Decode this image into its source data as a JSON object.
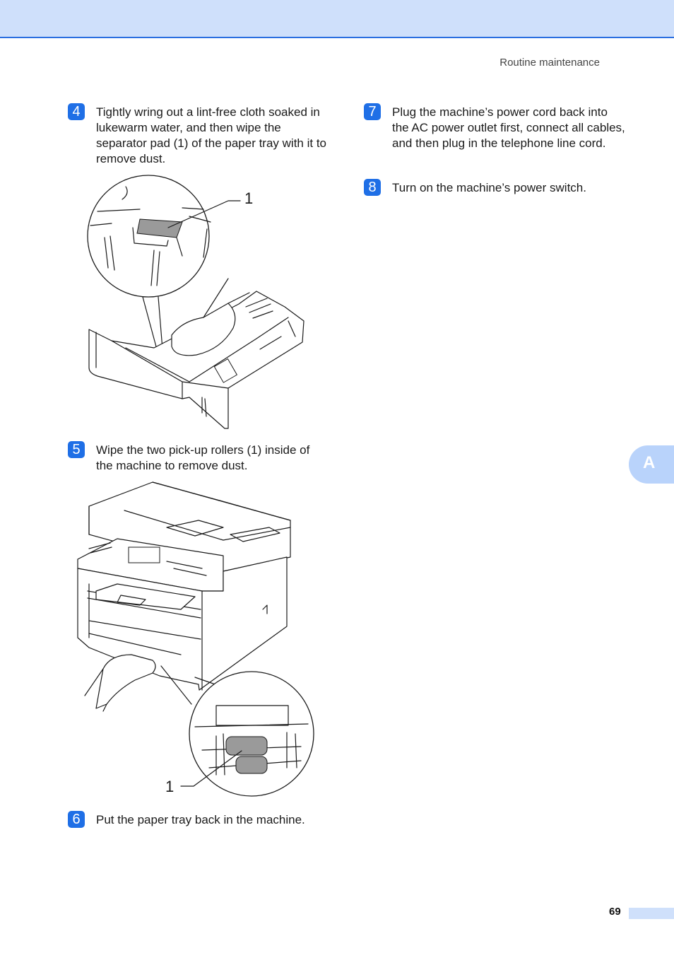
{
  "header": {
    "running_title": "Routine maintenance"
  },
  "steps": [
    {
      "number": "4",
      "text": "Tightly wring out a lint-free cloth soaked in lukewarm water, and then wipe the separator pad (1) of the paper tray with it to remove dust."
    },
    {
      "number": "5",
      "text": "Wipe the two pick-up rollers (1) inside of the machine to remove dust."
    },
    {
      "number": "6",
      "text": "Put the paper tray back in the machine."
    },
    {
      "number": "7",
      "text": "Plug the machine’s power cord back into the AC power outlet first, connect all cables, and then plug in the telephone line cord."
    },
    {
      "number": "8",
      "text": "Turn on the machine’s power switch."
    }
  ],
  "figures": {
    "tray_callout": "1",
    "rollers_callout": "1"
  },
  "chapter_tab": "A",
  "footer": {
    "page_number": "69"
  },
  "colors": {
    "accent": "#1f6fe6",
    "band": "#cfe0fb",
    "tab": "#b9d3fb"
  }
}
